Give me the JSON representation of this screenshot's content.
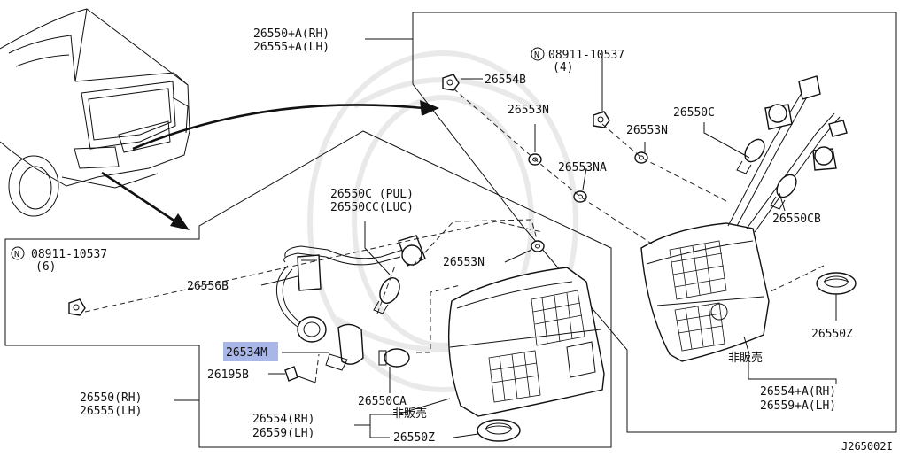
{
  "labels": {
    "upper_assy_rh": "26550+A(RH)",
    "upper_assy_lh": "26555+A(LH)",
    "nut_upper": "08911-10537",
    "nut_upper_qty": "(4)",
    "n_mark": "N",
    "p26554B": "26554B",
    "p26553N_a": "26553N",
    "p26550C_top": "26550C",
    "p26553N_b": "26553N",
    "p26553NA": "26553NA",
    "p26550CB": "26550CB",
    "p26550C_pul": "26550C (PUL)",
    "p26550CC_luc": "26550CC(LUC)",
    "nut_lower": "08911-10537",
    "nut_lower_qty": "(6)",
    "p26553N_c": "26553N",
    "p26556B": "26556B",
    "p26534M": "26534M",
    "p26195B": "26195B",
    "p26550CA": "26550CA",
    "p26550Z_right": "26550Z",
    "not_for_sale_right": "非販売",
    "p26554A_rh": "26554+A(RH)",
    "p26559A_lh": "26559+A(LH)",
    "lower_assy_rh": "26550(RH)",
    "lower_assy_lh": "26555(LH)",
    "p26554_rh": "26554(RH)",
    "p26559_lh": "26559(LH)",
    "not_for_sale_left": "非販売",
    "p26550Z_bottom": "26550Z",
    "diagram_id": "J265002I"
  },
  "colors": {
    "highlight": "#a9b6e8",
    "line": "#111111"
  }
}
